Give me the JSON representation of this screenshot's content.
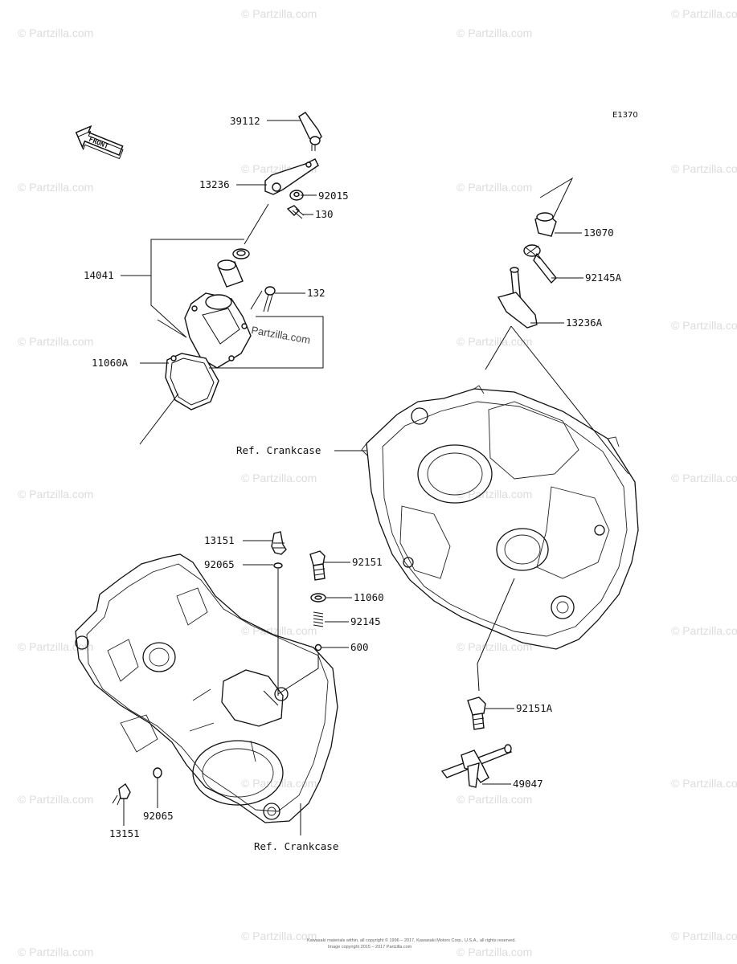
{
  "diagram_code": "E1370",
  "front_label": "FRONT",
  "watermarks": [
    "© Partzilla.com",
    "Partzilla.com"
  ],
  "footer": [
    "Kawasaki materials within, all copyright © 1996 – 2017, Kawasaki Motors Corp., U.S.A., all rights reserved.",
    "Image copyright 2015 – 2017 Partzilla.com"
  ],
  "part_labels": {
    "p39112": "39112",
    "p13236": "13236",
    "p92015": "92015",
    "p130": "130",
    "p14041": "14041",
    "p132": "132",
    "p11060A": "11060A",
    "p13070": "13070",
    "p92145A": "92145A",
    "p13236A": "13236A",
    "ref_crankcase_top": "Ref. Crankcase",
    "p13151_top": "13151",
    "p92065_top": "92065",
    "p92151": "92151",
    "p11060": "11060",
    "p92145": "92145",
    "p600": "600",
    "p92151A": "92151A",
    "p49047": "49047",
    "p92065_bottom": "92065",
    "p13151_bottom": "13151",
    "ref_crankcase_bottom": "Ref. Crankcase"
  }
}
